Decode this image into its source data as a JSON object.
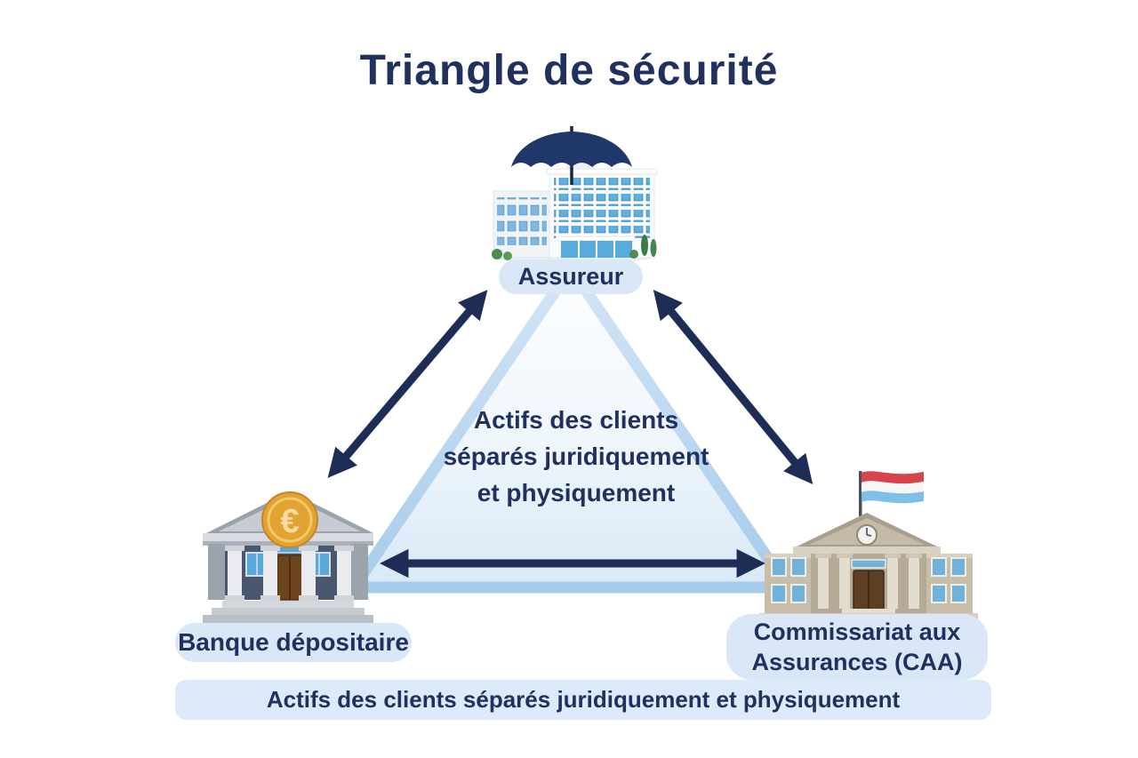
{
  "title": "Triangle de sécurité",
  "nodes": {
    "assureur": {
      "label": "Assureur",
      "icon": "office-building-with-umbrella"
    },
    "banque_depositaire": {
      "label": "Banque dépositaire",
      "icon": "bank-building-with-euro-coin",
      "euro_symbol": "€"
    },
    "caa": {
      "label_line1": "Commissariat aux",
      "label_line2": "Assurances (CAA)",
      "icon": "government-building-with-luxembourg-flag"
    }
  },
  "center_label": {
    "line1": "Actifs des clients",
    "line2": "séparés juridiquement",
    "line3": "et physiquement"
  },
  "banner": {
    "text": "Actifs des clients séparés juridiquement et physiquement"
  },
  "colors": {
    "navy": "#20305f",
    "arrow": "#1e2d55",
    "pill-bg": "#d9e7f7",
    "banner-bg": "#ddeaf9",
    "triangle-edge-top": "#d4e5f6",
    "triangle-edge-bottom": "#a6cceb",
    "triangle-fill": "#eff6fc",
    "umbrella": "#20376a",
    "coin-gold": "#e2a333",
    "flag-red": "#d6454c",
    "flag-white": "#f4f6f8",
    "flag-blue": "#7fc0e8"
  }
}
